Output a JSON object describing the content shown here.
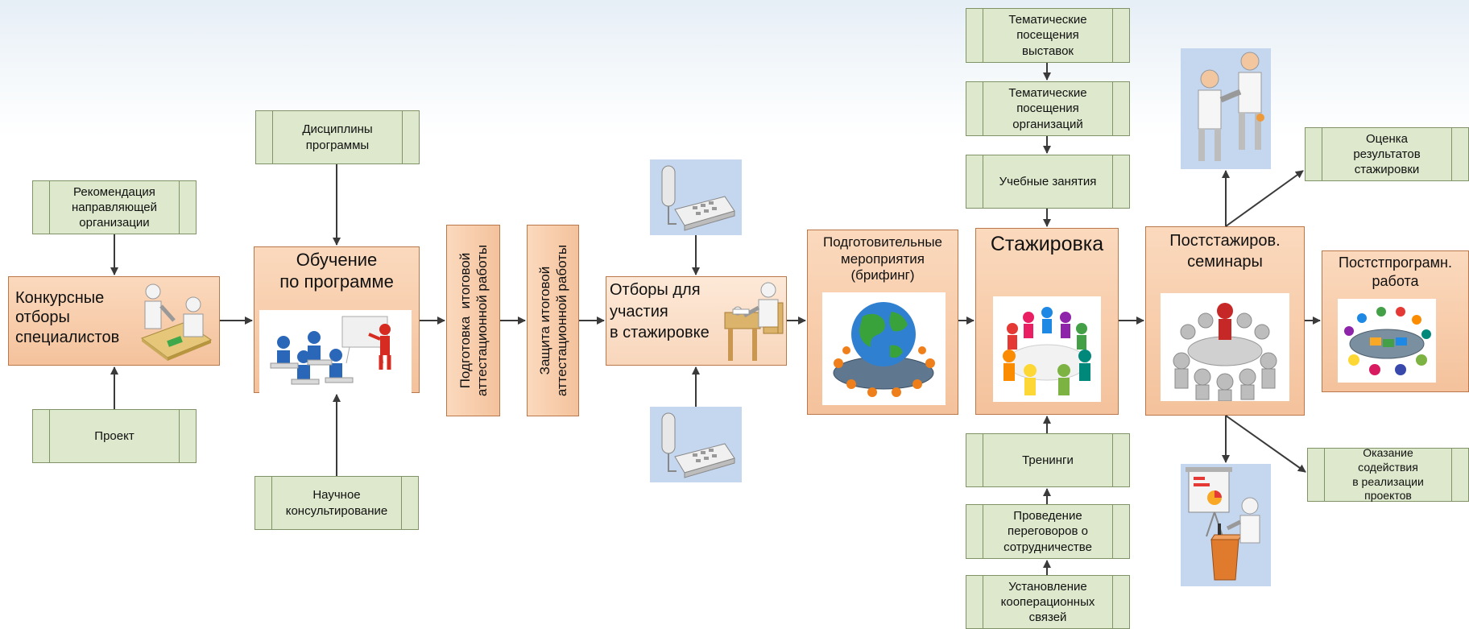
{
  "nodes": {
    "recommendation": "Рекомендация\nнаправляющей\nорганизации",
    "project": "Проект",
    "competitive": "Конкурсные\nотборы\nспециалистов",
    "disciplines": "Дисциплины\nпрограммы",
    "training": "Обучение\nпо программе",
    "consulting": "Научное\nконсультирование",
    "prep_work": "Подготовка  итоговой\nаттестационной работы",
    "defense_work": "Защита итоговой\nаттестационной работы",
    "selection": "Отборы для\nучастия\nв стажировке",
    "preparatory": "Подготовительные\nмероприятия\n(брифинг)",
    "exhibitions": "Тематические\nпосещения\nвыставок",
    "organizations": "Тематические\nпосещения\nорганизаций",
    "classes": "Учебные занятия",
    "internship": "Стажировка",
    "trainings": "Тренинги",
    "negotiations": "Проведение\nпереговоров о\nсотрудничестве",
    "cooperation": "Установление\nкооперационных\nсвязей",
    "post_seminars": "Постстажиров.\nсеминары",
    "evaluation": "Оценка\nрезультатов\nстажировки",
    "post_program": "Постстпрограмн.\nработа",
    "assistance": "Оказание содействия\nв реализации\nпроектов"
  },
  "icons": [
    "handshake-icon",
    "meeting-icon",
    "classroom-icon",
    "telephone-icon",
    "interview-icon",
    "globe-meeting-icon",
    "colorful-team-icon",
    "round-table-icon",
    "puzzle-team-icon",
    "presenter-icon"
  ],
  "colors": {
    "green_box": "#dde8cc",
    "orange_box": "#f4c29c",
    "blue_bg": "#c5d7ef",
    "arrow": "#3a3a3a"
  }
}
